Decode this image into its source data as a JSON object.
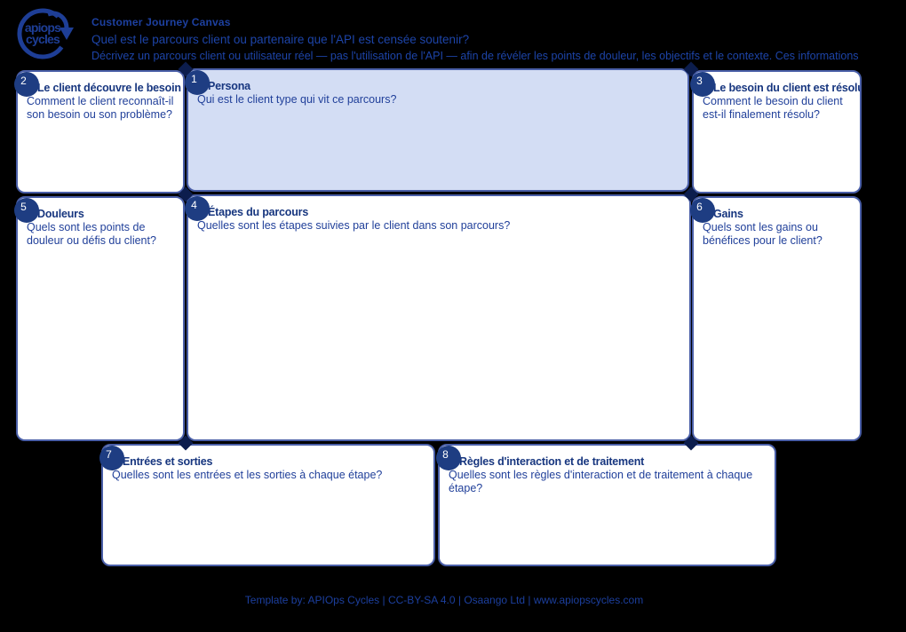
{
  "colors": {
    "background": "#000000",
    "accent_blue": "#21409a",
    "box_border": "#4a5fa8",
    "box_fill": "#ffffff",
    "persona_fill": "#d3ddf4",
    "badge_fill": "#1e3d82",
    "title_text": "#17367f"
  },
  "logo": {
    "line1": "apiops",
    "line2": "cycles"
  },
  "header": {
    "title": "Customer Journey Canvas",
    "subtitle": "Quel est le parcours client ou partenaire que l'API est censée soutenir?",
    "description": "Décrivez un parcours client ou utilisateur réel — pas l'utilisation de l'API — afin de révéler les points de douleur, les objectifs et le contexte. Ces informations"
  },
  "boxes": [
    {
      "number": "1",
      "title": "Persona",
      "question": "Qui est le client type qui vit ce parcours?"
    },
    {
      "number": "2",
      "title": "Le client découvre le besoin",
      "question": "Comment le client reconnaît-il son besoin ou son problème?"
    },
    {
      "number": "3",
      "title": "Le besoin du client est résolu",
      "question": "Comment le besoin du client est-il finalement résolu?"
    },
    {
      "number": "4",
      "title": "Étapes du parcours",
      "question": "Quelles sont les étapes suivies par le client dans son parcours?"
    },
    {
      "number": "5",
      "title": "Douleurs",
      "question": "Quels sont les points de douleur ou défis du client?"
    },
    {
      "number": "6",
      "title": "Gains",
      "question": "Quels sont les gains ou bénéfices pour le client?"
    },
    {
      "number": "7",
      "title": "Entrées et sorties",
      "question": "Quelles sont les entrées et les sorties à chaque étape?"
    },
    {
      "number": "8",
      "title": "Règles d'interaction et de traitement",
      "question": "Quelles sont les règles d'interaction et de traitement à chaque étape?"
    }
  ],
  "footer": {
    "credit": "Template by: APIOps Cycles | CC-BY-SA 4.0 | Osaango Ltd | www.apiopscycles.com"
  }
}
